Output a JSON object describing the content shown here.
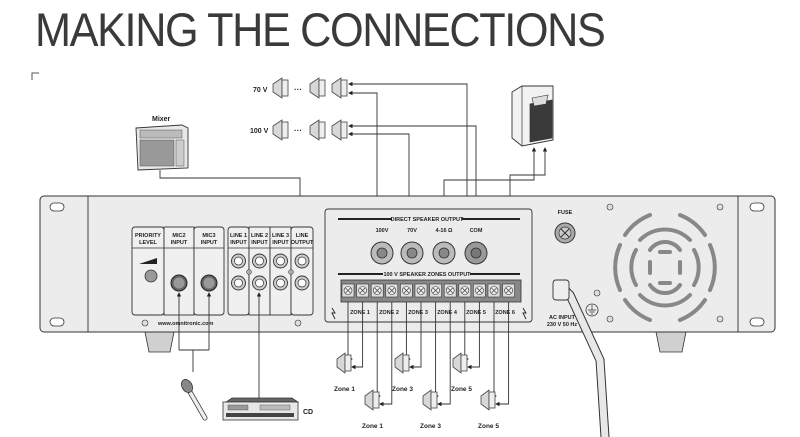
{
  "title": "MAKING THE CONNECTIONS",
  "speaker_lines": {
    "line_70v": "70 V",
    "line_100v": "100 V",
    "ellipsis": "···"
  },
  "devices": {
    "mixer": "Mixer",
    "cd": "CD"
  },
  "input_panel": {
    "modules": [
      {
        "line1": "PRIORITY",
        "line2": "LEVEL"
      },
      {
        "line1": "MIC2",
        "line2": "INPUT"
      },
      {
        "line1": "MIC3",
        "line2": "INPUT"
      },
      {
        "line1": "LINE 1",
        "line2": "INPUT"
      },
      {
        "line1": "LINE 2",
        "line2": "INPUT"
      },
      {
        "line1": "LINE 3",
        "line2": "INPUT"
      },
      {
        "line1": "LINE",
        "line2": "OUTPUT"
      }
    ],
    "website": "www.omnitronic.com"
  },
  "output_panel": {
    "direct_header": "DIRECT SPEAKER OUTPUT",
    "terminals": [
      "100V",
      "70V",
      "4-16 Ω",
      "COM"
    ],
    "zones_header": "100 V SPEAKER ZONES OUTPUT",
    "zone_labels": [
      "ZONE 1",
      "ZONE 2",
      "ZONE 3",
      "ZONE 4",
      "ZONE 5",
      "ZONE 6"
    ]
  },
  "power_panel": {
    "fuse": "FUSE",
    "ac_input_line1": "AC INPUT",
    "ac_input_line2": "230 V 50 Hz"
  },
  "zone_speakers": {
    "top_row": [
      "Zone 1",
      "Zone 3",
      "Zone 5"
    ],
    "bottom_row": [
      "Zone 1",
      "Zone 3",
      "Zone 5"
    ]
  }
}
